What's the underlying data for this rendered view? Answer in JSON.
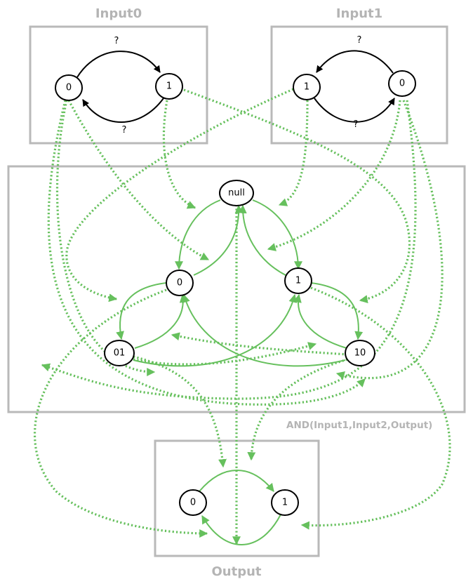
{
  "boxes": {
    "input0": {
      "title": "Input0"
    },
    "input1": {
      "title": "Input1"
    },
    "and": {
      "caption": "AND(Input1,Input2,Output)"
    },
    "output": {
      "title": "Output"
    }
  },
  "nodes": {
    "i0_zero": "0",
    "i0_one": "1",
    "i1_one": "1",
    "i1_zero": "0",
    "and_null": "null",
    "and_zero": "0",
    "and_one": "1",
    "and_01": "01",
    "and_10": "10",
    "out_zero": "0",
    "out_one": "1"
  },
  "edge_labels": {
    "i0_top": "?",
    "i0_bottom": "?",
    "i1_top": "?",
    "i1_bottom": "?"
  },
  "colors": {
    "box_border": "#b9b9b9",
    "box_text": "#b4b4b4",
    "transition_black": "#000000",
    "transition_green": "#66c05d"
  }
}
